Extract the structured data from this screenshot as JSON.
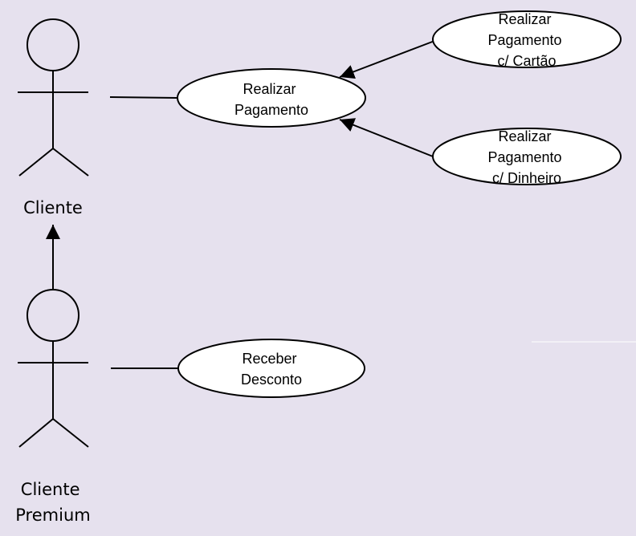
{
  "actors": {
    "cliente": {
      "label": "Cliente"
    },
    "cliente_premium": {
      "label_line1": "Cliente",
      "label_line2": "Premium"
    }
  },
  "use_cases": {
    "realizar_pagamento": {
      "line1": "Realizar",
      "line2": "Pagamento"
    },
    "pagamento_cartao": {
      "line1": "Realizar",
      "line2": "Pagamento",
      "line3": "c/ Cartão"
    },
    "pagamento_dinheiro": {
      "line1": "Realizar",
      "line2": "Pagamento",
      "line3": "c/ Dinheiro"
    },
    "receber_desconto": {
      "line1": "Receber",
      "line2": "Desconto"
    }
  },
  "colors": {
    "background": "#e6e1ee",
    "ellipse_fill": "#ffffff",
    "stroke": "#000000"
  }
}
